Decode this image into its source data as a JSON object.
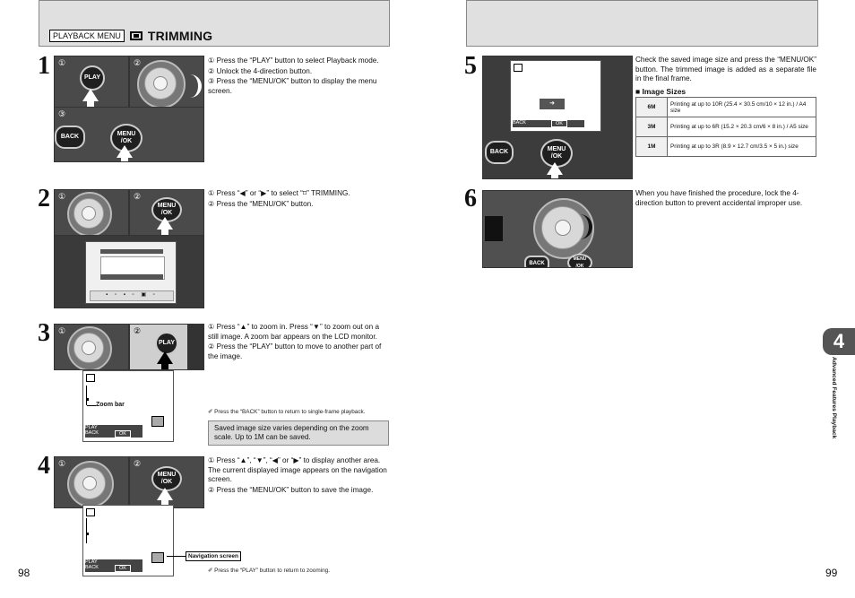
{
  "header": {
    "menu_tag": "PLAYBACK MENU",
    "icon": "trimming-icon",
    "title": "TRIMMING"
  },
  "steps": {
    "s1": {
      "num": "1",
      "lines": [
        "① Press the “PLAY” button to select Playback mode.",
        "② Unlock the 4-direction button.",
        "③ Press the “MENU/OK” button to display the menu screen."
      ],
      "play_label": "PLAY",
      "back_label": "BACK",
      "menu_label": "MENU\n/OK"
    },
    "s2": {
      "num": "2",
      "lines": [
        "① Press “◀” or “▶” to select “⌑” TRIMMING.",
        "② Press the “MENU/OK” button."
      ],
      "menu_label": "MENU\n/OK"
    },
    "s3": {
      "num": "3",
      "lines": [
        "① Press “▲” to zoom in.  Press “▼” to zoom out on a still image. A zoom bar appears on the LCD monitor.",
        "② Press the “PLAY” button to move to another part of the image."
      ],
      "play_label": "PLAY",
      "zoom_bar": "Zoom bar",
      "lcd_play": "PLAY",
      "lcd_back": "BACK",
      "lcd_ok": "OK",
      "note": "Press the “BACK” button to return to single-frame playback.",
      "callout": "Saved image size varies depending on the zoom scale. Up to 1M can be saved."
    },
    "s4": {
      "num": "4",
      "lines": [
        "① Press “▲”, “▼”, “◀” or “▶” to display another area. The current displayed image appears on the navigation screen.",
        "② Press the “MENU/OK” button to save the image."
      ],
      "menu_label": "MENU\n/OK",
      "nav_label": "Navigation screen",
      "lcd_play": "PLAY",
      "lcd_back": "BACK",
      "lcd_ok": "OK",
      "note": "Press the “PLAY” button to return to zooming."
    },
    "s5": {
      "num": "5",
      "text": "Check the saved image size and press the “MENU/OK” button. The trimmed image is added as a separate file in the final frame.",
      "back_label": "BACK",
      "menu_label": "MENU\n/OK",
      "lcd_back": "BACK",
      "lcd_ok": "OK",
      "sizes_heading": "■ Image Sizes",
      "sizes": [
        {
          "size": "6M",
          "desc": "Printing at up to 10R (25.4 × 30.5 cm/10 × 12 in.) / A4 size"
        },
        {
          "size": "3M",
          "desc": "Printing at up to 6R (15.2 × 20.3 cm/6 × 8 in.) / A5 size"
        },
        {
          "size": "1M",
          "desc": "Printing at up to 3R (8.9 × 12.7 cm/3.5 × 5 in.) size"
        }
      ]
    },
    "s6": {
      "num": "6",
      "text": "When you have finished the procedure, lock the 4-direction button to prevent accidental improper use.",
      "back_label": "BACK",
      "menu_label": "MENU\n/OK"
    }
  },
  "side_tab": {
    "chapter": "4",
    "label": "Advanced Features Playback"
  },
  "pages": {
    "left": "98",
    "right": "99"
  }
}
